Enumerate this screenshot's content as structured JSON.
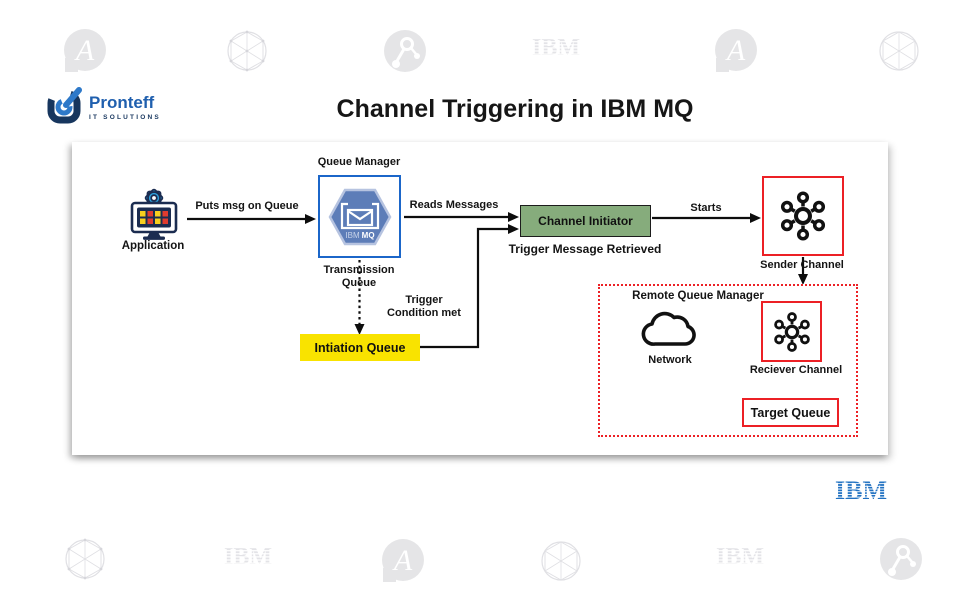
{
  "title": "Channel Triggering in IBM MQ",
  "brand": {
    "name": "Pronteff",
    "tagline": "IT SOLUTIONS"
  },
  "footer": {
    "ibm": "IBM"
  },
  "watermarks": {
    "ibm": "IBM",
    "a_badge": "A"
  },
  "colors": {
    "queue_manager_blue": "#1b66c9",
    "hexagon_fill": "#5d7db8",
    "channel_initiator_green": "#86ac7c",
    "initiation_queue_yellow": "#f9e300",
    "alert_red": "#ec2025",
    "ibm_blue": "#1f70c1",
    "pronteff_blue": "#1f5fae"
  },
  "diagram": {
    "nodes": {
      "application": "Application",
      "queue_manager": "Queue Manager",
      "mq_icon_ibm": "IBM",
      "mq_icon_mq": "MQ",
      "transmission_queue_line1": "Transmission",
      "transmission_queue_line2": "Queue",
      "initiation_queue": "Intiation Queue",
      "channel_initiator": "Channel Initiator",
      "channel_initiator_note": "Trigger Message Retrieved",
      "sender_channel": "Sender Channel",
      "remote_queue_manager": "Remote Queue Manager",
      "network": "Network",
      "receiver_channel": "Reciever Channel",
      "target_queue": "Target Queue"
    },
    "edges": {
      "puts_msg": "Puts msg on Queue",
      "reads_messages": "Reads Messages",
      "trigger_condition_line1": "Trigger",
      "trigger_condition_line2": "Condition met",
      "starts": "Starts"
    }
  }
}
